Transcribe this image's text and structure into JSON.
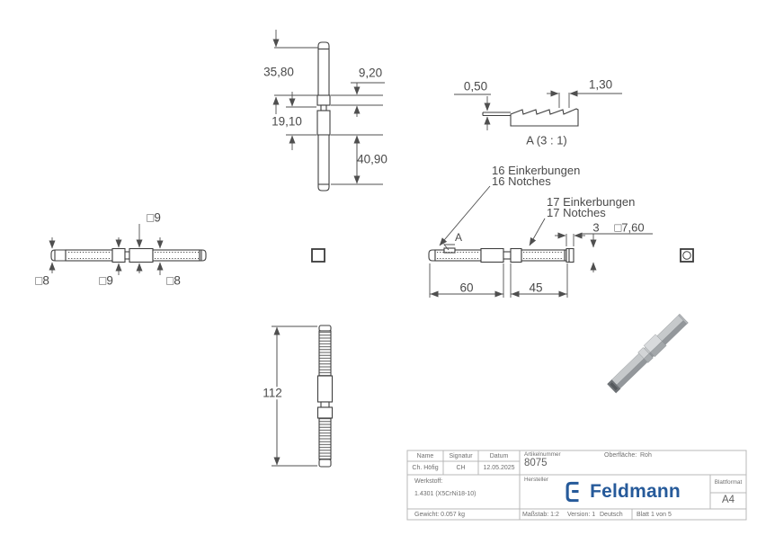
{
  "drawing": {
    "top_view": {
      "d35": "35,80",
      "d9": "9,20",
      "d19": "19,10",
      "d40": "40,90"
    },
    "detail_view": {
      "d050": "0,50",
      "d130": "1,30",
      "caption": "A (3 : 1)"
    },
    "side_view": {
      "sq9_top": "□9",
      "sq8_left": "□8",
      "sq9_bottom": "□9",
      "sq8_right": "□8"
    },
    "front_view": {
      "note16_line1": "16 Einkerbungen",
      "note16_line2": "16 Notches",
      "note17_line1": "17 Einkerbungen",
      "note17_line2": "17 Notches",
      "detail_marker": "A",
      "d3": "3",
      "dsq760": "□7,60",
      "d60": "60",
      "d45": "45"
    },
    "length_view": {
      "d112": "112"
    }
  },
  "titleblock": {
    "name_label": "Name",
    "signatur_label": "Signatur",
    "datum_label": "Datum",
    "artikelnummer_label": "Artikelnummer",
    "artikelnummer_value": "8075",
    "oberflaeche_label": "Oberfläche:",
    "oberflaeche_value": "Roh",
    "name_value": "Ch. Höfig",
    "signatur_value": "CH",
    "datum_value": "12.05.2025",
    "werkstoff_label": "Werkstoff:",
    "werkstoff_value": "1.4301 (X5CrNi18-10)",
    "hersteller_label": "Hersteller",
    "logo_text": "Feldmann",
    "blattformat_label": "Blattformat",
    "blattformat_value": "A4",
    "gewicht": "Gewicht: 0.057 kg",
    "massstab": "Maßstab: 1:2",
    "version": "Version: 1",
    "sprache": "Deutsch",
    "blatt": "Blatt 1 von 5"
  },
  "colors": {
    "drawing_line": "#3f3f3f",
    "dimension_line": "#4f4f4f",
    "titleblock_line": "#b8b8b8",
    "titleblock_text": "#6e6e6e",
    "logo_blue": "#265a9a"
  }
}
